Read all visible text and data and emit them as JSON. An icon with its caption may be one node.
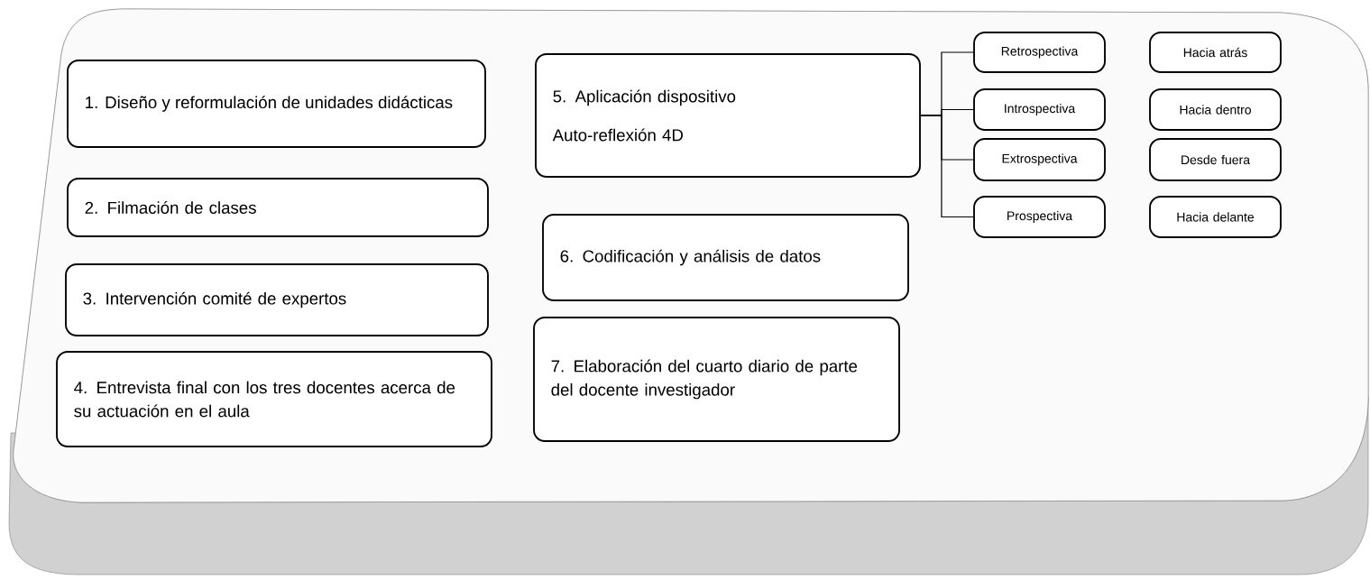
{
  "diagram": {
    "nodes": [
      {
        "text": [
          "1. Diseño y reformulación de unidades didácticas"
        ]
      },
      {
        "text": [
          "2. Filmación de clases"
        ]
      },
      {
        "text": [
          "3. Intervención comité de expertos"
        ]
      },
      {
        "text": [
          "4. Entrevista final con los tres docentes acerca de su actuación en el aula"
        ]
      },
      {
        "text": [
          "5. Aplicación dispositivo",
          "Auto-reflexión 4D"
        ]
      },
      {
        "text": [
          "6. Codificación y análisis de datos"
        ]
      },
      {
        "text": [
          "7. Elaboración del cuarto diario de parte del docente investigador"
        ]
      },
      {
        "text": [
          "Retrospectiva"
        ]
      },
      {
        "text": [
          "Introspectiva"
        ]
      },
      {
        "text": [
          "Extrospectiva"
        ]
      },
      {
        "text": [
          "Prospectiva"
        ]
      },
      {
        "text": [
          "Hacia atrás"
        ]
      },
      {
        "text": [
          "Hacia dentro"
        ]
      },
      {
        "text": [
          "Desde fuera"
        ]
      },
      {
        "text": [
          "Hacia delante"
        ]
      }
    ],
    "edges": [
      {
        "from": 4,
        "to": 7,
        "arrow": "none"
      },
      {
        "from": 4,
        "to": 8,
        "arrow": "none"
      },
      {
        "from": 4,
        "to": 9,
        "arrow": "none"
      },
      {
        "from": 4,
        "to": 10,
        "arrow": "none"
      }
    ]
  }
}
